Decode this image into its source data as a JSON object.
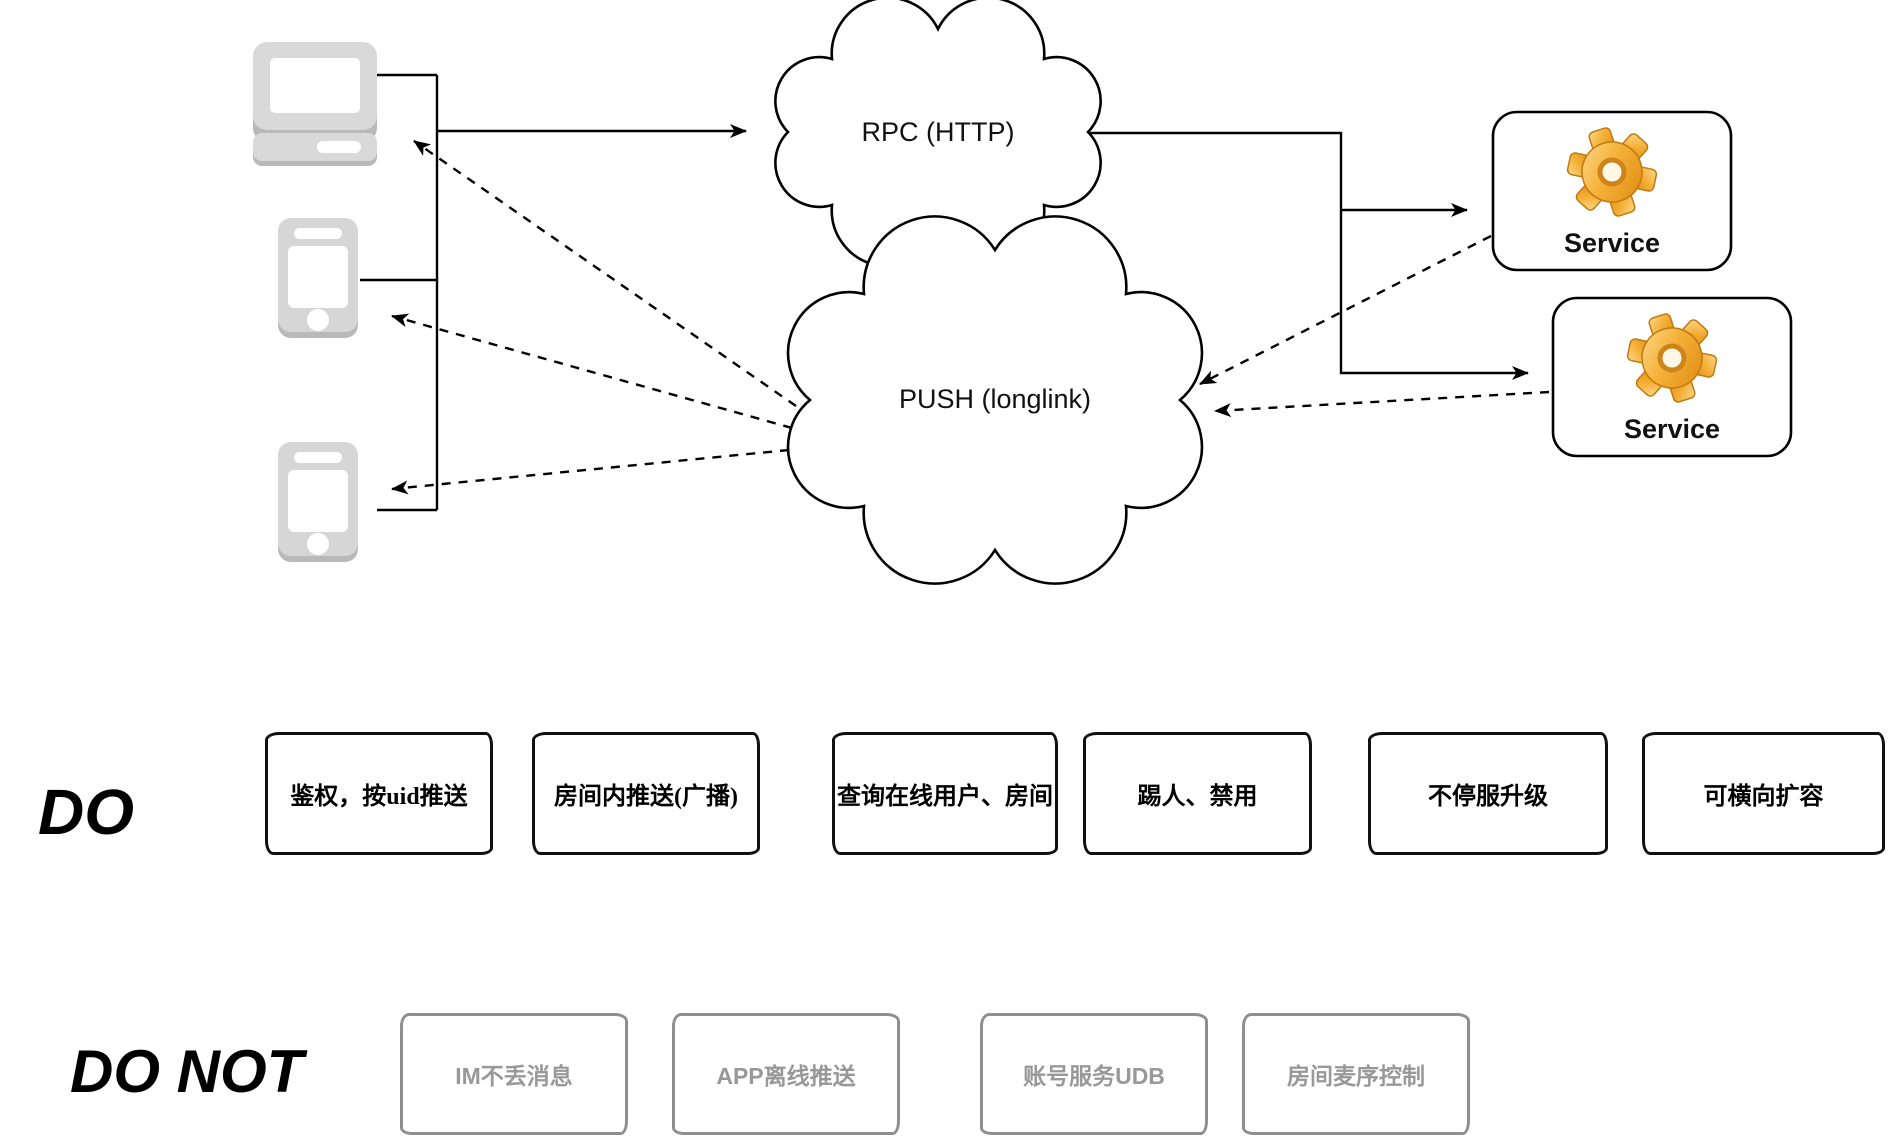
{
  "clouds": {
    "rpc": "RPC (HTTP)",
    "push": "PUSH (longlink)"
  },
  "services": {
    "first": "Service",
    "second": "Service"
  },
  "do_section": {
    "label": "DO",
    "items": [
      "鉴权，按uid推送",
      "房间内推送(广播)",
      "查询在线用户、房间",
      "踢人、禁用",
      "不停服升级",
      "可横向扩容"
    ]
  },
  "do_not_section": {
    "label": "DO NOT",
    "items": [
      "IM不丢消息",
      "APP离线推送",
      "账号服务UDB",
      "房间麦序控制"
    ]
  },
  "colors": {
    "line": "#000000",
    "device_gray": "#d7d7d7",
    "device_shadow": "#b9b9b9",
    "gear_light": "#fbd98c",
    "gear_mid": "#f5b13a",
    "gear_dark": "#e08a0e",
    "muted_gray": "#8f8f8f"
  }
}
